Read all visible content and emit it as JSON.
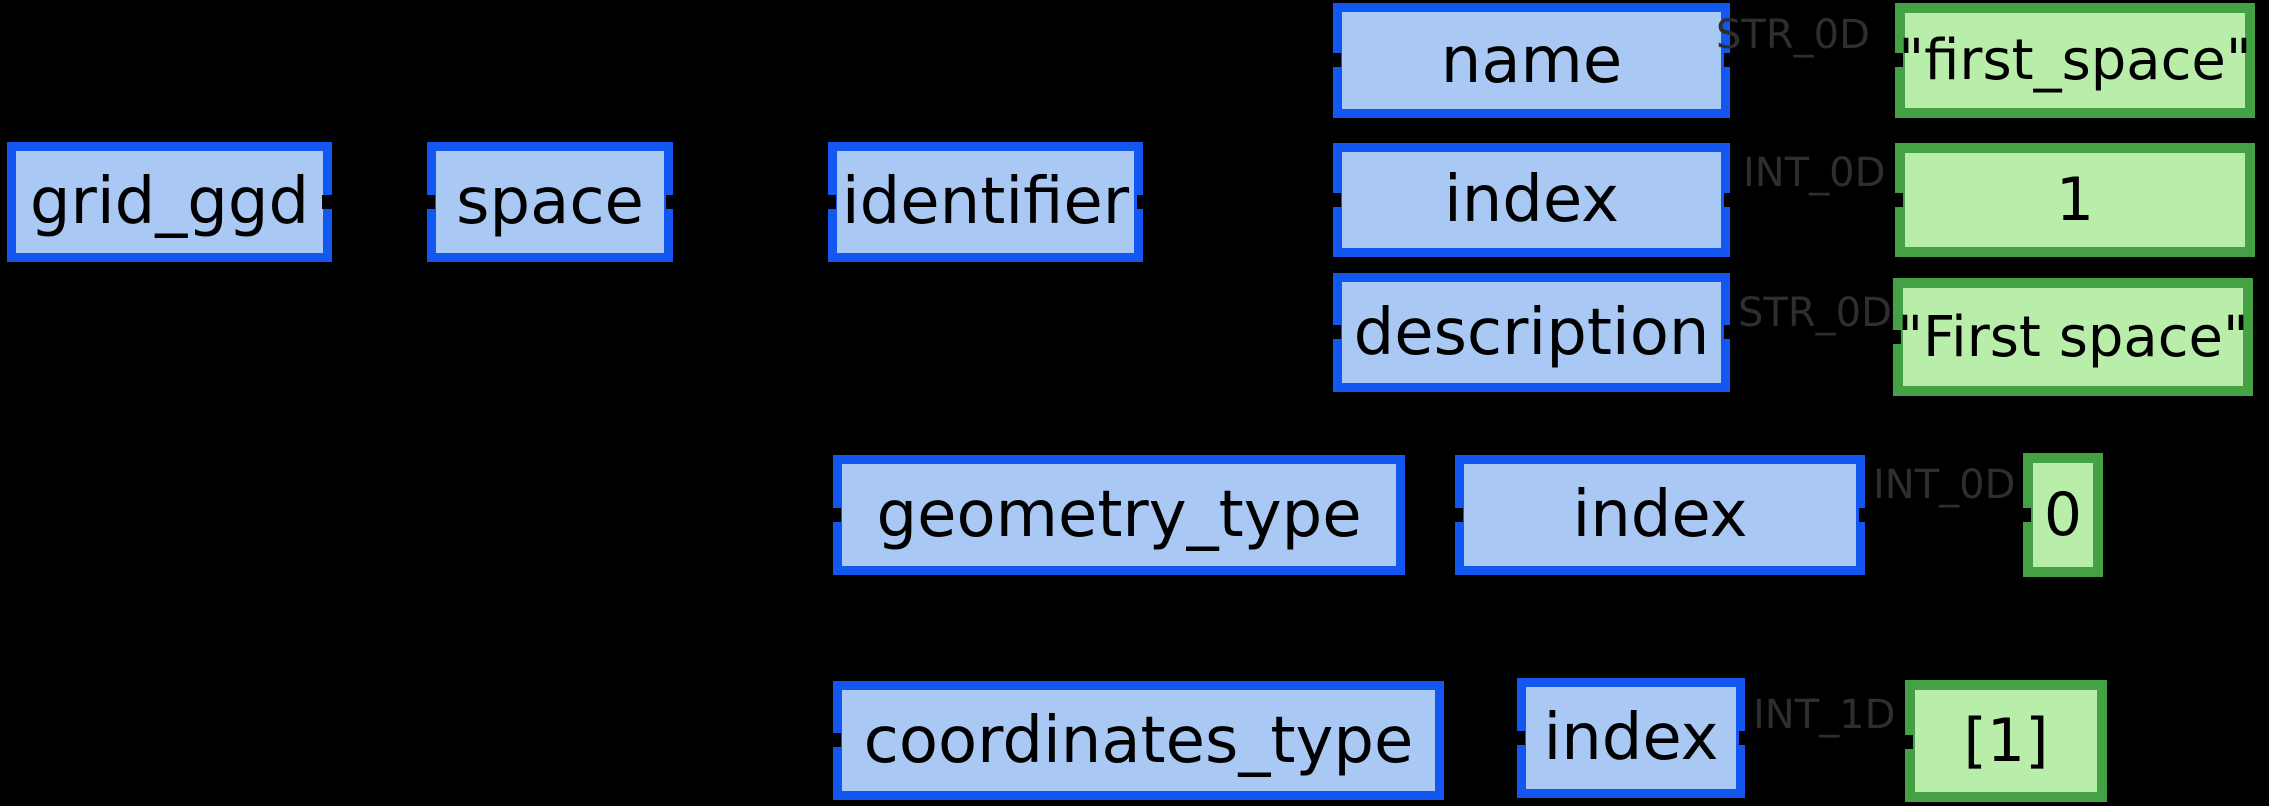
{
  "diagram": {
    "title": "grid_ggd space tree",
    "background": "#000000",
    "palette": {
      "background": "#000000",
      "node_fill": "#a9c8f3",
      "node_border": "#1157f0",
      "value_fill": "#b9edaa",
      "value_border": "#44a244",
      "text": "#000000",
      "edge_label": "#2e2e2e"
    },
    "nodes": {
      "grid_ggd": {
        "label": "grid_ggd"
      },
      "space": {
        "label": "space"
      },
      "identifier": {
        "label": "identifier"
      },
      "name": {
        "label": "name"
      },
      "identifier_index": {
        "label": "index"
      },
      "description": {
        "label": "description"
      },
      "geometry_type": {
        "label": "geometry_type"
      },
      "geometry_type_index": {
        "label": "index"
      },
      "coordinates_type": {
        "label": "coordinates_type"
      },
      "coordinates_type_index": {
        "label": "index"
      }
    },
    "values": {
      "name_value": {
        "label": "\"first_space\"",
        "type": "STR_0D"
      },
      "identifier_index_value": {
        "label": "1",
        "type": "INT_0D"
      },
      "description_value": {
        "label": "\"First space\"",
        "type": "STR_0D"
      },
      "geometry_type_index_value": {
        "label": "0",
        "type": "INT_0D"
      },
      "coordinates_type_index_value": {
        "label": "[1]",
        "type": "INT_1D"
      }
    },
    "edges": [
      {
        "from": "grid_ggd",
        "to": "space",
        "label": ""
      },
      {
        "from": "space",
        "to": "identifier",
        "label": ""
      },
      {
        "from": "space",
        "to": "geometry_type",
        "label": ""
      },
      {
        "from": "space",
        "to": "coordinates_type",
        "label": ""
      },
      {
        "from": "identifier",
        "to": "name",
        "label": ""
      },
      {
        "from": "identifier",
        "to": "index",
        "label": ""
      },
      {
        "from": "identifier",
        "to": "description",
        "label": ""
      },
      {
        "from": "name",
        "to": "\"first_space\"",
        "label": "STR_0D"
      },
      {
        "from": "index",
        "to": "1",
        "label": "INT_0D"
      },
      {
        "from": "description",
        "to": "\"First space\"",
        "label": "STR_0D"
      },
      {
        "from": "geometry_type_index",
        "to": "0",
        "label": "INT_0D"
      },
      {
        "from": "coordinates_type_index",
        "to": "[1]",
        "label": "INT_1D"
      }
    ]
  }
}
